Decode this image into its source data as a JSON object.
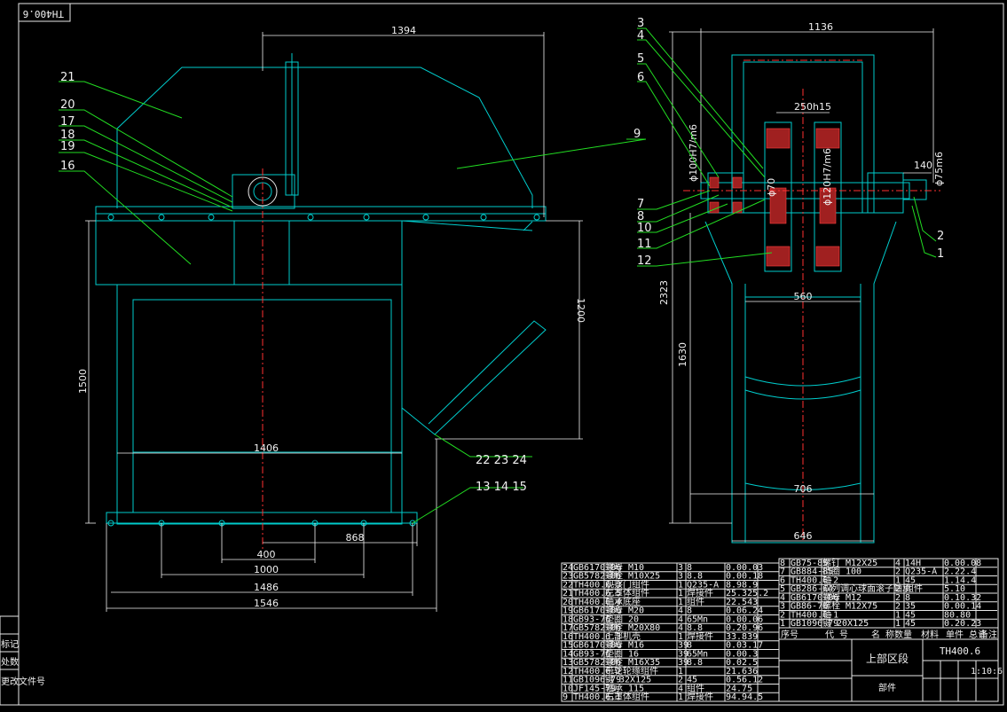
{
  "sheet_code_rotated": "TH400.6",
  "front_view": {
    "dims": {
      "top_width": "1394",
      "height_left": "1500",
      "height_right": "1200",
      "inner_width": "1406",
      "d868": "868",
      "d400": "400",
      "d1000": "1000",
      "d1486": "1486",
      "d1546": "1546"
    },
    "balloons": {
      "b21": "21",
      "b20": "20",
      "b17": "17",
      "b18": "18",
      "b19": "19",
      "b16": "16",
      "b9": "9",
      "b22_24": "22 23 24",
      "b13_15": "13 14 15"
    }
  },
  "side_view": {
    "dims": {
      "top_width": "1136",
      "h2323": "2323",
      "h1630": "1630",
      "d560": "560",
      "d706": "706",
      "d646": "646",
      "d140": "140",
      "d250": "250h15",
      "phi_shaft": "ϕ100H7/m6",
      "phi70": "ϕ70",
      "phi120": "ϕ120H7/m6",
      "phi75": "ϕ75m6"
    },
    "balloons": {
      "b3": "3",
      "b4": "4",
      "b5": "5",
      "b6": "6",
      "b7": "7",
      "b8": "8",
      "b10": "10",
      "b11": "11",
      "b12": "12",
      "b2": "2",
      "b1": "1"
    }
  },
  "bom_left": [
    [
      "24",
      "GB6170-86",
      "螺母 M10",
      "3",
      "8",
      "0.00.03"
    ],
    [
      "23",
      "GB5782-86",
      "螺栓 M10X25",
      "3",
      "8.8",
      "0.00.18"
    ],
    [
      "22",
      "TH400.6-3",
      "观察门组件",
      "1",
      "Q235-A",
      "8.98.9"
    ],
    [
      "21",
      "TH400.6.5",
      "左罩体组件",
      "1",
      "焊接件",
      "25.325.2"
    ],
    [
      "20",
      "TH400.6.4",
      "轴承底座",
      "1",
      "组件",
      "22.543"
    ],
    [
      "19",
      "GB6170-86",
      "螺母 M20",
      "4",
      "8",
      "0.06.24"
    ],
    [
      "18",
      "GB93-76",
      "垫圈 20",
      "4",
      "65Mn",
      "0.00.06"
    ],
    [
      "17",
      "GB5782-86",
      "螺栓 M20X80",
      "4",
      "8.8",
      "0.20.96"
    ],
    [
      "16",
      "TH400.6.3",
      "上部机壳",
      "1",
      "焊接件",
      "33.839"
    ],
    [
      "15",
      "GB6170-86",
      "螺母 M16",
      "39",
      "8",
      "0.03.17"
    ],
    [
      "14",
      "GB93-76",
      "垫圈 16",
      "39",
      "65Mn",
      "0.00.3"
    ],
    [
      "13",
      "GB5782-86",
      "螺栓 M16X35",
      "39",
      "8.8",
      "0.02.5"
    ],
    [
      "12",
      "TH400.6.2",
      "带轮轮缘组件",
      "1",
      "",
      "21.636"
    ],
    [
      "11",
      "GB1096-79",
      "键 32X125",
      "2",
      "45",
      "0.56.12"
    ],
    [
      "10",
      "JF145-79",
      "轴承 115",
      "4",
      "组件",
      "24.75"
    ],
    [
      "9",
      "TH400.6.1",
      "右罩体组件",
      "1",
      "焊接件",
      "94.94.5"
    ]
  ],
  "bom_right": [
    [
      "8",
      "GB75-85",
      "螺钉 M12X25",
      "4",
      "14H",
      "0.00.08"
    ],
    [
      "7",
      "GB884-85",
      "挡圈 100",
      "2",
      "Q235-A",
      "2.22.4"
    ],
    [
      "6",
      "TH400.6-2",
      "轴",
      "1",
      "45",
      "1.14.4"
    ],
    [
      "5",
      "GB286-64",
      "双列调心球面滚子轴承",
      "2",
      "组件",
      "5.10"
    ],
    [
      "4",
      "GB6170-86",
      "螺母 M12",
      "2",
      "8",
      "0.10.32"
    ],
    [
      "3",
      "GB86-76",
      "螺栓 M12X75",
      "2",
      "35",
      "0.00.14"
    ],
    [
      "2",
      "TH400.6-1",
      "轴",
      "1",
      "45",
      "80.80"
    ],
    [
      "1",
      "GB1096-79",
      "键 20X125",
      "1",
      "45",
      "0.20.23"
    ]
  ],
  "bom_header": {
    "c1": "序号",
    "c2": "代 号",
    "c3": "名 称",
    "c4": "数量",
    "c5": "材料",
    "c6": "单件 总计",
    "c7": "备注"
  },
  "title_block": {
    "drawing_title": "上部区段",
    "drawing_code": "TH400.6",
    "scale_ratio": "1:10",
    "stage": "部件",
    "sheet": "1:10:6"
  },
  "left_strip": {
    "l1": "标记",
    "l2": "处数",
    "l3": "更改文件号"
  }
}
